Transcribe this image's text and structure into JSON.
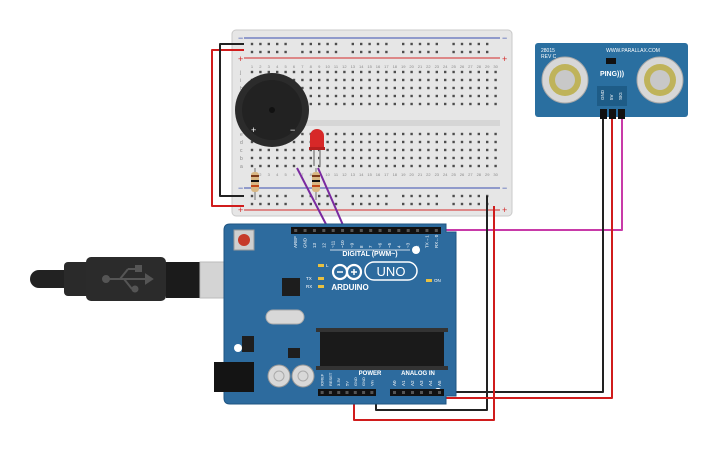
{
  "colors": {
    "arduino_board": "#2d6b9e",
    "arduino_edge": "#1f5582",
    "breadboard": "#e6e6e6",
    "breadboard_rail_red": "#d42a2a",
    "breadboard_rail_blue": "#3a4fb0",
    "wire_red": "#d01c1c",
    "wire_black": "#222222",
    "wire_purple": "#7a2aa0",
    "wire_magenta": "#c83aa8",
    "sensor_board": "#2a6fa0",
    "led_red": "#d72828",
    "buzzer_body": "#2b2b2b"
  },
  "breadboard": {
    "rail_plus": "+",
    "rail_minus": "−",
    "row_letters_top": [
      "j",
      "i",
      "h",
      "g",
      "f"
    ],
    "row_letters_bottom": [
      "e",
      "d",
      "c",
      "b",
      "a"
    ],
    "column_numbers": [
      "1",
      "2",
      "3",
      "4",
      "5",
      "6",
      "7",
      "8",
      "9",
      "10",
      "11",
      "12",
      "13",
      "14",
      "15",
      "16",
      "17",
      "18",
      "19",
      "20",
      "21",
      "22",
      "23",
      "24",
      "25",
      "26",
      "27",
      "28",
      "29",
      "30"
    ]
  },
  "buzzer": {
    "plus": "+",
    "minus": "−"
  },
  "sensor": {
    "model_line1": "28015",
    "model_line2": "REV C",
    "brand_url": "WWW.PARALLAX.COM",
    "logo": "PING)))",
    "pins": [
      "GND",
      "5V",
      "SIG"
    ]
  },
  "arduino": {
    "brand": "ARDUINO",
    "model": "UNO",
    "digital_label": "DIGITAL (PWM~)",
    "header_digital": [
      "AREF",
      "GND",
      "13",
      "12",
      "~11",
      "~10",
      "~9",
      "8",
      "7",
      "~6",
      "~5",
      "4",
      "~3",
      "2",
      "TX→1",
      "RX←0"
    ],
    "tx_label": "TX",
    "rx_label": "RX",
    "l_label": "L",
    "on_label": "ON",
    "power_label": "POWER",
    "analog_label": "ANALOG IN",
    "header_power": [
      "IOREF",
      "RESET",
      "3.3V",
      "5V",
      "GND",
      "GND",
      "Vin"
    ],
    "header_analog": [
      "A0",
      "A1",
      "A2",
      "A3",
      "A4",
      "A5"
    ]
  },
  "usb": {
    "icon": "usb-icon"
  }
}
